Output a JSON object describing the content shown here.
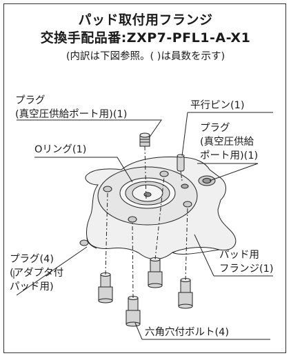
{
  "header": {
    "title_line1": "パッド取付用フランジ",
    "title_line2": "交換手配品番:ZXP7-PFL1-A-X1",
    "note": "(内訳は下図参照。( )は員数を示す)"
  },
  "labels": {
    "plug_top": [
      "プラグ",
      "(真空圧供給ポート用)(1)"
    ],
    "parallel_pin": [
      "平行ピン(1)"
    ],
    "plug_right": [
      "プラグ",
      "(真空圧供給",
      "ポート用)(1)"
    ],
    "o_ring": [
      "Oリング(1)"
    ],
    "pad_flange": [
      "パッド用",
      "フランジ(1)"
    ],
    "plug_left": [
      "プラグ(4)",
      "(アダプタ付",
      "パッド用)"
    ],
    "bolt": [
      "六角穴付ボルト(4)"
    ]
  }
}
